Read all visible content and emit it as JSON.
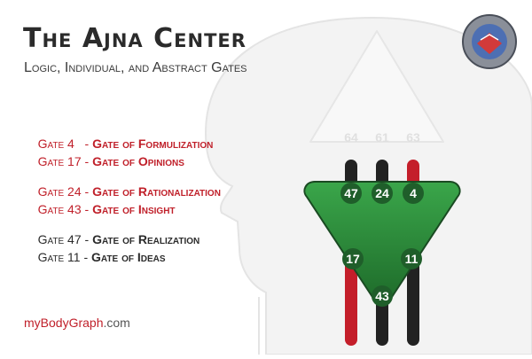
{
  "title": "The Ajna Center",
  "subtitle": "Logic, Individual, and Abstract Gates",
  "gates": [
    {
      "prefix": "Gate 4   - ",
      "name": "Gate of Formulization",
      "group": "red"
    },
    {
      "prefix": "Gate 17 - ",
      "name": "Gate of Opinions",
      "group": "red"
    },
    {
      "prefix": "Gate 24 - ",
      "name": "Gate of Rationalization",
      "group": "red"
    },
    {
      "prefix": "Gate 43 - ",
      "name": "Gate of Insight",
      "group": "red"
    },
    {
      "prefix": "Gate 47 - ",
      "name": "Gate of Realization",
      "group": "dark"
    },
    {
      "prefix": "Gate 11 - ",
      "name": "Gate of Ideas",
      "group": "dark"
    }
  ],
  "head_gates": [
    "64",
    "61",
    "63"
  ],
  "ajna_gates": [
    "47",
    "24",
    "4",
    "17",
    "11",
    "43"
  ],
  "footer": {
    "part1": "myBodyGraph",
    "part2": ".com"
  },
  "colors": {
    "red": "#c0202a",
    "dark": "#2b2b2b",
    "green": "#2e8a3e",
    "green_dark": "#1f5e2a",
    "channel_black": "#222222",
    "channel_red": "#c41e2a"
  }
}
